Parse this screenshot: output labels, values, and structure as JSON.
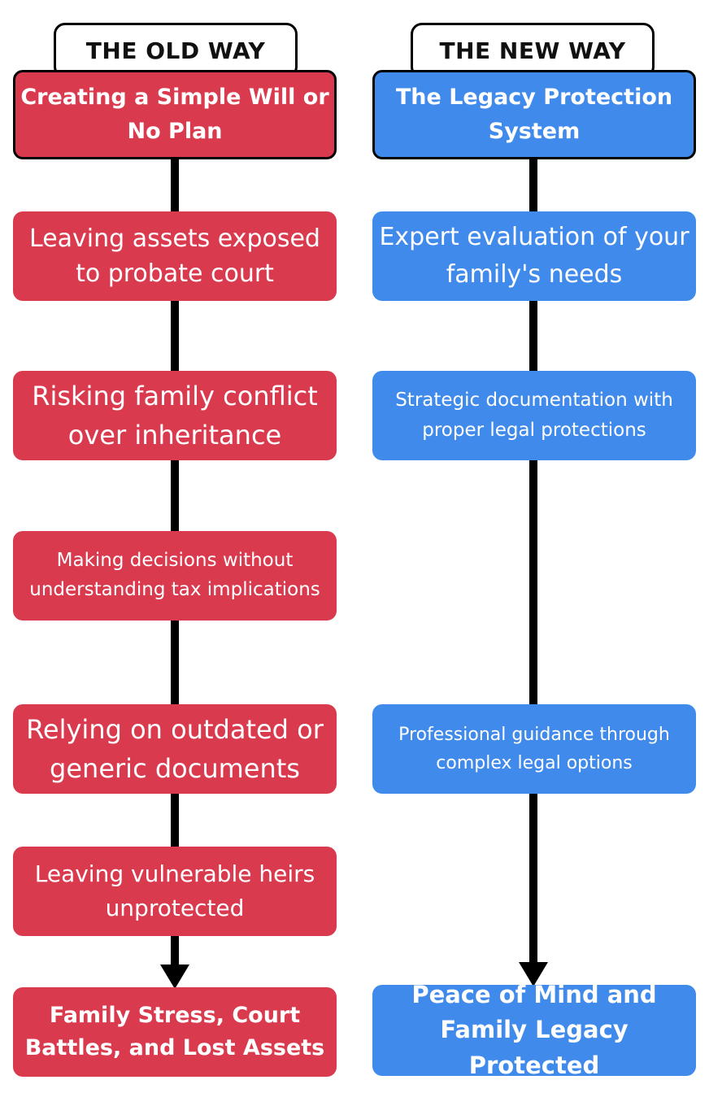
{
  "old_way": {
    "label": "THE OLD WAY",
    "header": "Creating a Simple Will or No Plan",
    "steps": [
      "Leaving assets exposed to probate court",
      "Risking family conflict over inheritance",
      "Making decisions without understanding tax implications",
      "Relying on outdated or generic documents",
      "Leaving vulnerable heirs unprotected"
    ],
    "outcome": "Family Stress, Court Battles, and Lost Assets",
    "color": "#da3a4e"
  },
  "new_way": {
    "label": "THE NEW WAY",
    "header": "The Legacy Protection System",
    "steps": [
      "Expert evaluation of your family's needs",
      "Strategic documentation with proper legal protections",
      "Professional guidance through complex legal options"
    ],
    "outcome": "Peace of Mind and Family Legacy Protected",
    "color": "#3f8aea"
  }
}
